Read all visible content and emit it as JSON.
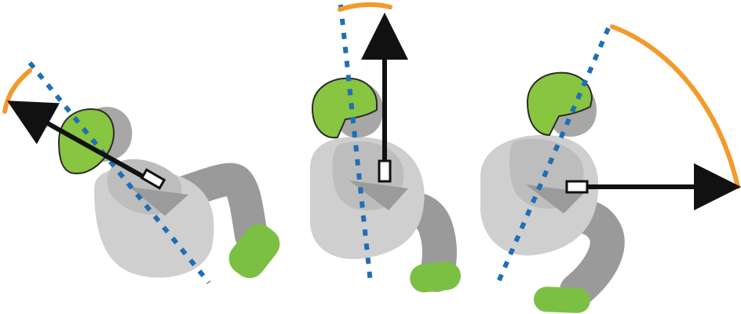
{
  "colors": {
    "background": "#ffffff",
    "helmet": "#88c540",
    "helmet_outline": "#2b2b2b",
    "shoes": "#7cc043",
    "body_light": "#cfcfcf",
    "body_mid": "#bdbdbd",
    "harness": "#9b9b9b",
    "limbs": "#9a9a9a",
    "face": "#a7a7a7",
    "axis_line": "#1f6fb7",
    "arc": "#f39a2b",
    "arrow": "#111111"
  },
  "figures": [
    {
      "name": "figure-1-reclined",
      "arrow_direction": "up-left",
      "icon": "pilot-reclined-icon"
    },
    {
      "name": "figure-2-upright",
      "arrow_direction": "up",
      "icon": "pilot-upright-icon"
    },
    {
      "name": "figure-3-forward",
      "arrow_direction": "right",
      "icon": "pilot-forward-icon"
    }
  ]
}
